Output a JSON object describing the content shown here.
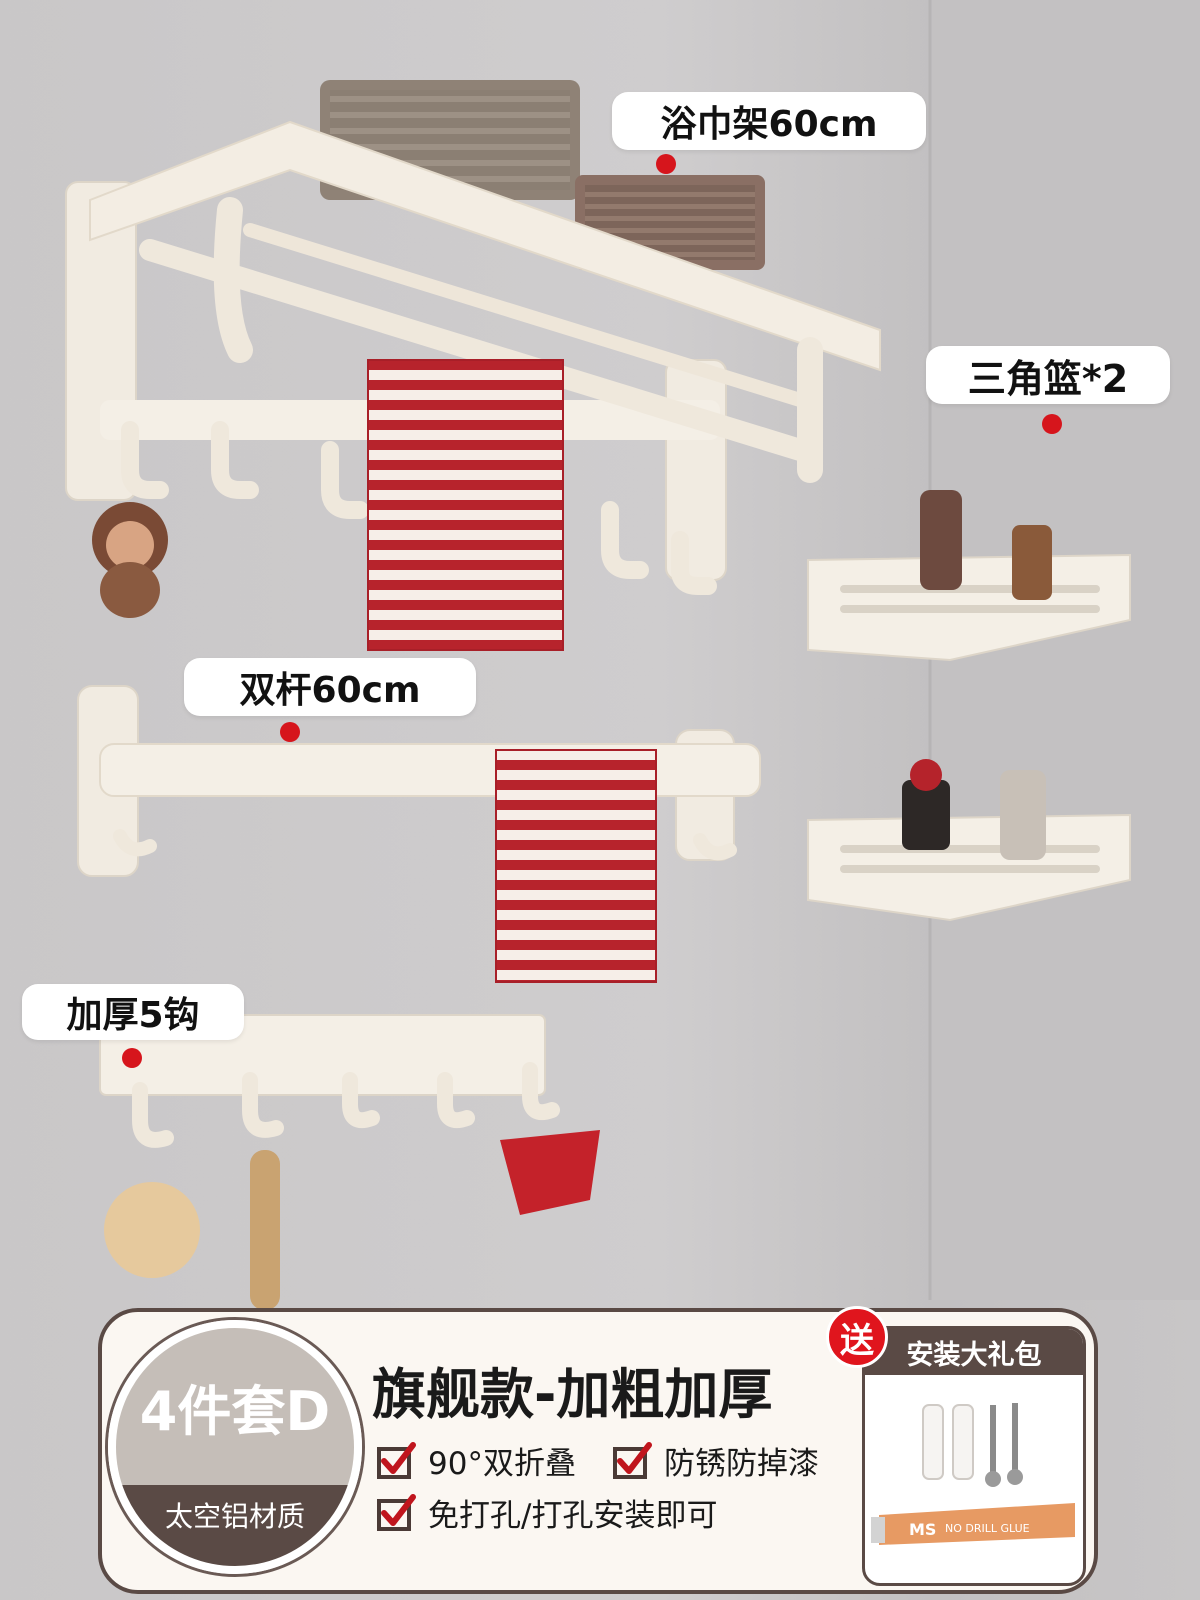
{
  "labels": {
    "bath_towel_rack": "浴巾架60cm",
    "corner_basket": "三角篮*2",
    "double_bar": "双杆60cm",
    "hooks": "加厚5钩"
  },
  "panel": {
    "badge_title": "4件套D",
    "badge_subtitle": "太空铝材质",
    "headline": "旗舰款-加粗加厚",
    "features": [
      "90°双折叠",
      "防锈防掉漆",
      "免打孔/打孔安装即可"
    ]
  },
  "gift": {
    "song": "送",
    "title": "安装大礼包",
    "glue_brand": "MS",
    "glue_text": "NO DRILL GLUE"
  },
  "colors": {
    "accent_red": "#d6151c",
    "panel_brown": "#5a4a45",
    "cream": "#f3ede3",
    "towel_red": "#b7232c"
  }
}
